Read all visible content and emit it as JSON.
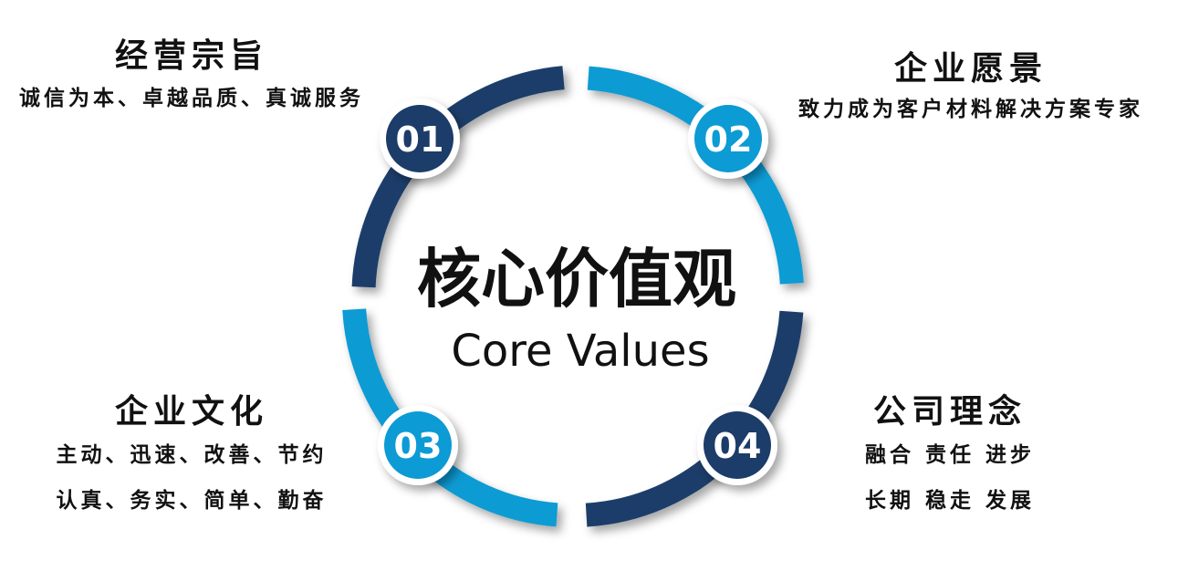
{
  "center": {
    "title": "核心价值观",
    "subtitle": "Core Values"
  },
  "colors": {
    "dark": "#1c3c69",
    "light": "#0c9bd4"
  },
  "items": [
    {
      "number": "01",
      "heading": "经营宗旨",
      "lines": [
        "诚信为本、卓越品质、真诚服务"
      ]
    },
    {
      "number": "02",
      "heading": "企业愿景",
      "lines": [
        "致力成为客户材料解决方案专家"
      ]
    },
    {
      "number": "03",
      "heading": "企业文化",
      "lines": [
        "主动、迅速、改善、节约",
        "认真、务实、简单、勤奋"
      ]
    },
    {
      "number": "04",
      "heading": "公司理念",
      "lines": [
        "融合 责任 进步",
        "长期 稳走 发展"
      ]
    }
  ]
}
